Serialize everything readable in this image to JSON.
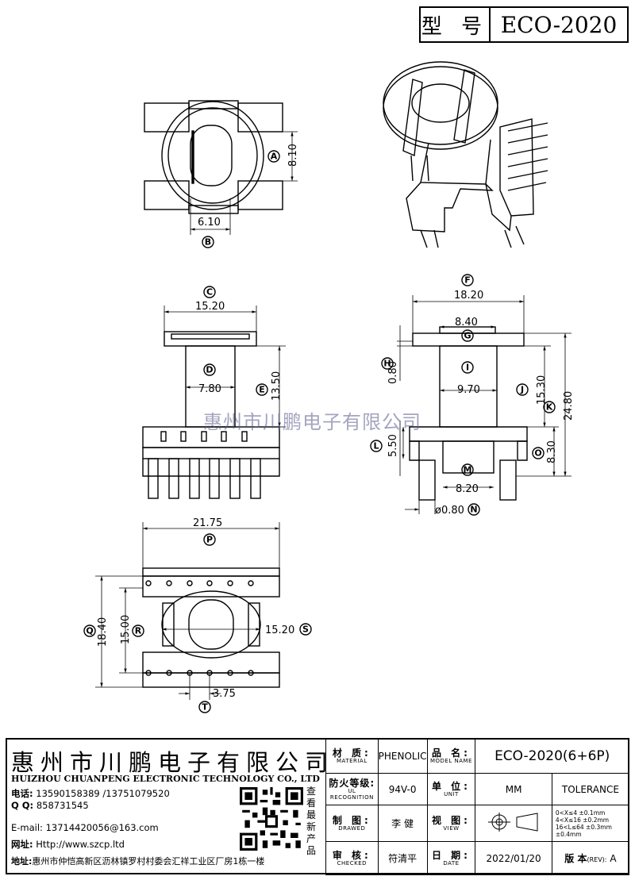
{
  "header": {
    "type_label": "型 号",
    "model": "ECO-2020"
  },
  "dimensions": {
    "top_a": "8.10",
    "top_b": "6.10",
    "front_c": "15.20",
    "front_d": "7.80",
    "front_e": "13.50",
    "side_f": "18.20",
    "side_g": "8.40",
    "side_h": "0.80",
    "side_i": "9.70",
    "side_j": "15.30",
    "side_k": "24.80",
    "side_l": "5.50",
    "side_m": "8.20",
    "side_n": "ø0.80",
    "side_o": "8.30",
    "bottom_p": "21.75",
    "bottom_q": "18.40",
    "bottom_r": "15.00",
    "bottom_s": "15.20",
    "bottom_t": "3.75"
  },
  "letters": {
    "A": "A",
    "B": "B",
    "C": "C",
    "D": "D",
    "E": "E",
    "F": "F",
    "G": "G",
    "H": "H",
    "I": "I",
    "J": "J",
    "K": "K",
    "L": "L",
    "M": "M",
    "N": "N",
    "O": "O",
    "P": "P",
    "Q": "Q",
    "R": "R",
    "S": "S",
    "T": "T"
  },
  "watermark": "惠州市川鹏电子有限公司",
  "company": {
    "name_cn": "惠州市川鹏电子有限公司",
    "name_en": "HUIZHOU CHUANPENG ELECTRONIC TECHNOLOGY CO., LTD",
    "phone_label": "电话:",
    "phone": "13590158389 /13751079520",
    "qq_label": "Q Q:",
    "qq": "858731545",
    "email_label": "E-mail:",
    "email": "13714420056@163.com",
    "web_label": "网址:",
    "web": "Http://www.szcp.ltd",
    "address_label": "地址:",
    "address": "惠州市仲恺高新区沥林镇罗村村委会汇祥工业区厂房1栋一楼",
    "qr_text": "查看最新产品"
  },
  "title_block": {
    "material_cap": "材 质:",
    "material_sub": "MATERIAL",
    "material": "PHENOLIC",
    "model_cap": "品 名:",
    "model_sub": "MODEL NAME",
    "model_name": "ECO-2020(6+6P)",
    "flame_cap": "防火等级:",
    "flame_sub": "UL RECOGNITION",
    "flame": "94V-0",
    "unit_cap": "单 位:",
    "unit_sub": "UNIT",
    "unit": "MM",
    "tolerance": "TOLERANCE",
    "drawn_cap": "制 图:",
    "drawn_sub": "DRAWED",
    "drawn": "李 健",
    "view_cap": "视 图:",
    "view_sub": "VIEW",
    "tol_lines": [
      "0<X≤4   ±0.1mm",
      "4<X≤16  ±0.2mm",
      "16<L≤64 ±0.3mm",
      "        ±0.4mm"
    ],
    "checked_cap": "审 核:",
    "checked_sub": "CHECKED",
    "checked": "符清平",
    "date_cap": "日 期:",
    "date_sub": "DATE",
    "date": "2022/01/20",
    "rev_label": "版 本",
    "rev_sub": "(REV):",
    "rev": "A"
  }
}
